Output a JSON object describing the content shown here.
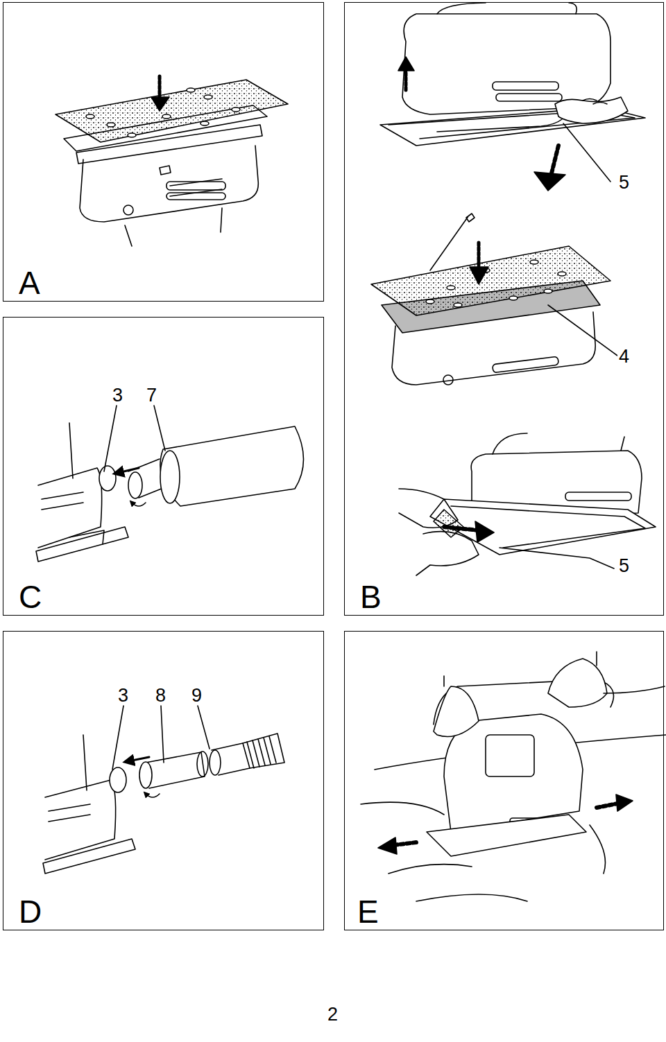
{
  "diagram": {
    "nodes": [
      {
        "text": [
          "A"
        ]
      },
      {
        "text": [
          "B"
        ]
      },
      {
        "text": [
          "C"
        ]
      },
      {
        "text": [
          "D"
        ]
      },
      {
        "text": [
          "E"
        ]
      }
    ],
    "labels": [
      "5",
      "4",
      "3",
      "7",
      "5",
      "3",
      "8",
      "9",
      "2"
    ]
  }
}
